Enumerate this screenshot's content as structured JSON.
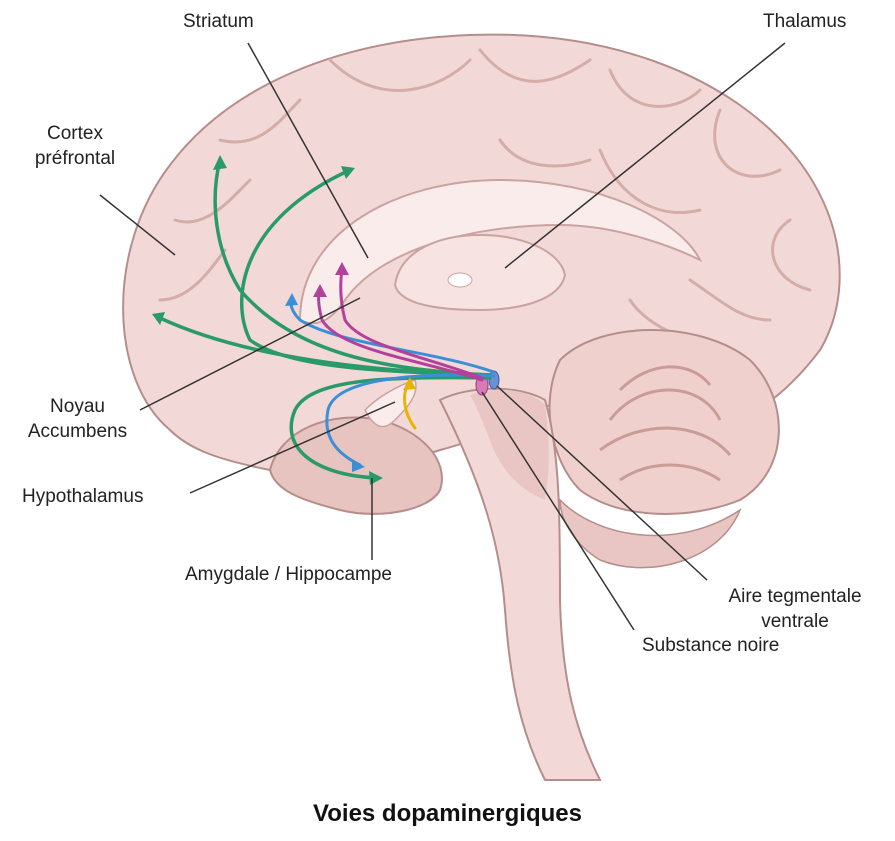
{
  "labels": {
    "striatum": "Striatum",
    "thalamus": "Thalamus",
    "cortex_line1": "Cortex",
    "cortex_line2": "préfrontal",
    "noyau_line1": "Noyau",
    "noyau_line2": "Accumbens",
    "hypothalamus": "Hypothalamus",
    "amygdale": "Amygdale / Hippocampe",
    "aire_line1": "Aire tegmentale",
    "aire_line2": "ventrale",
    "substance": "Substance noire"
  },
  "caption": "Voies dopaminergiques",
  "colors": {
    "brain": "#f2d9d7",
    "brain_dark": "#d9b3b0",
    "outline": "#b58e8b",
    "green_pathway": "#2a9a6a",
    "blue_pathway": "#3b8fd6",
    "magenta_pathway": "#b3409a",
    "yellow_pathway": "#e8b400",
    "leader_line": "#333333"
  }
}
